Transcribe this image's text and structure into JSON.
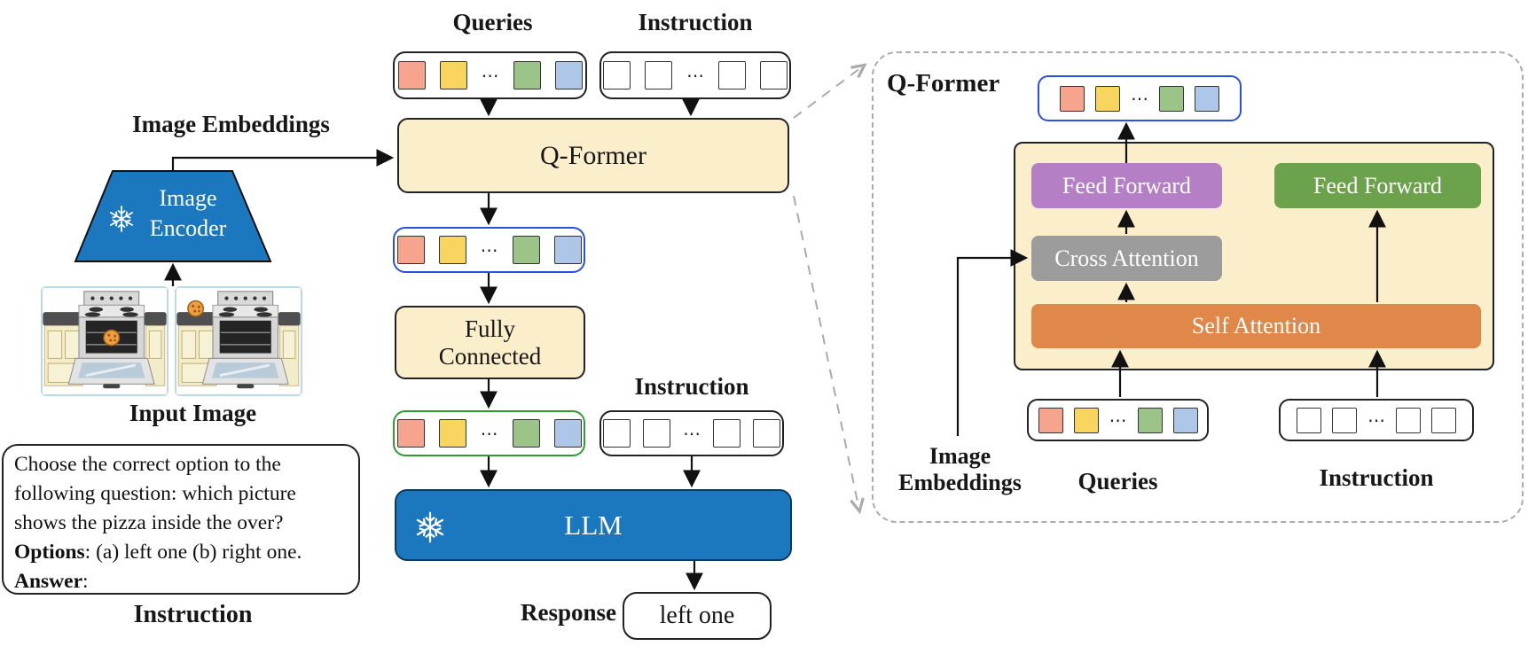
{
  "left": {
    "image_embeddings_label": "Image Embeddings",
    "encoder_line1": "Image",
    "encoder_line2": "Encoder",
    "input_image_label": "Input Image",
    "instruction_box": {
      "line1": "Choose the correct option to the",
      "line2": "following question: which picture",
      "line3": "shows the pizza inside the over?",
      "options_bold": "Options",
      "options_rest": ": (a) left one (b) right one.",
      "answer_bold": "Answer",
      "answer_rest": ":"
    },
    "instruction_label": "Instruction"
  },
  "middle": {
    "queries_label": "Queries",
    "instruction_label_top": "Instruction",
    "qformer_label": "Q-Former",
    "fully_connected_line1": "Fully",
    "fully_connected_line2": "Connected",
    "instruction_label_mid": "Instruction",
    "llm_label": "LLM",
    "response_label": "Response",
    "response_value": "left one"
  },
  "panel": {
    "title": "Q-Former",
    "feed_forward_left": "Feed Forward",
    "feed_forward_right": "Feed Forward",
    "cross_attention": "Cross Attention",
    "self_attention": "Self Attention",
    "image_embeddings_line1": "Image",
    "image_embeddings_line2": "Embeddings",
    "queries_label": "Queries",
    "instruction_label": "Instruction"
  },
  "tokens": {
    "queries": [
      "#f7a48f",
      "#f8d55e",
      "⋯",
      "#9cc488",
      "#aec7e8"
    ],
    "instruction": [
      "#ffffff",
      "#ffffff",
      "⋯",
      "#ffffff",
      "#ffffff"
    ]
  },
  "colors": {
    "box_cream": "#fbeecb",
    "box_blue": "#1b78be",
    "token_salmon": "#f7a48f",
    "token_yellow": "#f8d55e",
    "token_green": "#9cc488",
    "token_blue": "#aec7e8",
    "row_border_blue": "#2b50dd",
    "row_border_green": "#2f9e32",
    "ff_purple": "#b57fc6",
    "ff_green": "#6ba24b",
    "cross_attention_gray": "#9c9c9c",
    "self_attention_orange": "#e0874a",
    "dashed_connector_gray": "#ababab"
  },
  "icons": {
    "snowflake": "snowflake-frozen-module",
    "dots": "⋯"
  }
}
